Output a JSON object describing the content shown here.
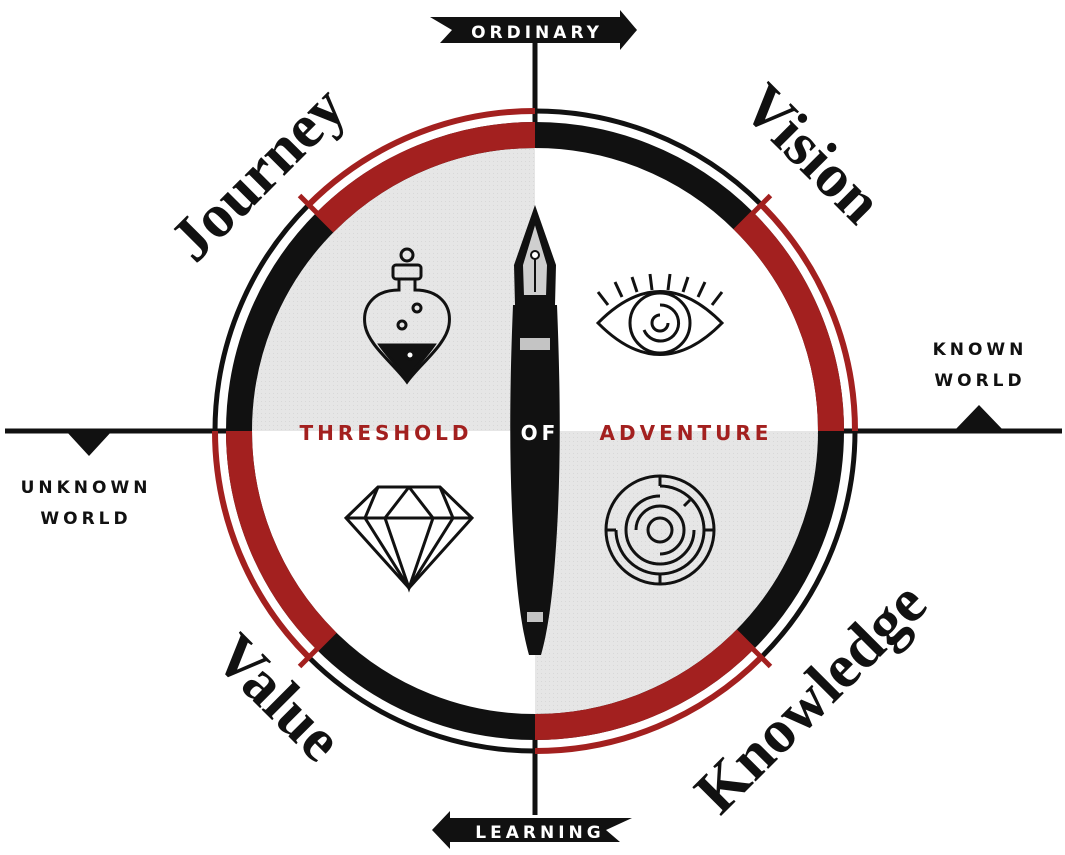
{
  "banners": {
    "top": "ORDINARY",
    "bottom": "LEARNING"
  },
  "quadrant_words": {
    "top_left": "Journey",
    "top_right": "Vision",
    "bottom_right": "Knowledge",
    "bottom_left": "Value"
  },
  "threshold": {
    "left": "THRESHOLD",
    "middle": "OF",
    "right": "ADVENTURE"
  },
  "axis_labels": {
    "known_line1": "KNOWN",
    "known_line2": "WORLD",
    "unknown_line1": "UNKNOWN",
    "unknown_line2": "WORLD"
  },
  "icons": {
    "top_left": "potion-flask-icon",
    "top_right": "eye-icon",
    "bottom_left": "diamond-icon",
    "bottom_right": "maze-icon",
    "center": "fountain-pen-icon"
  },
  "colors": {
    "red": "#a3201f",
    "black": "#111111",
    "grey": "#e4e4e4",
    "white": "#ffffff"
  }
}
